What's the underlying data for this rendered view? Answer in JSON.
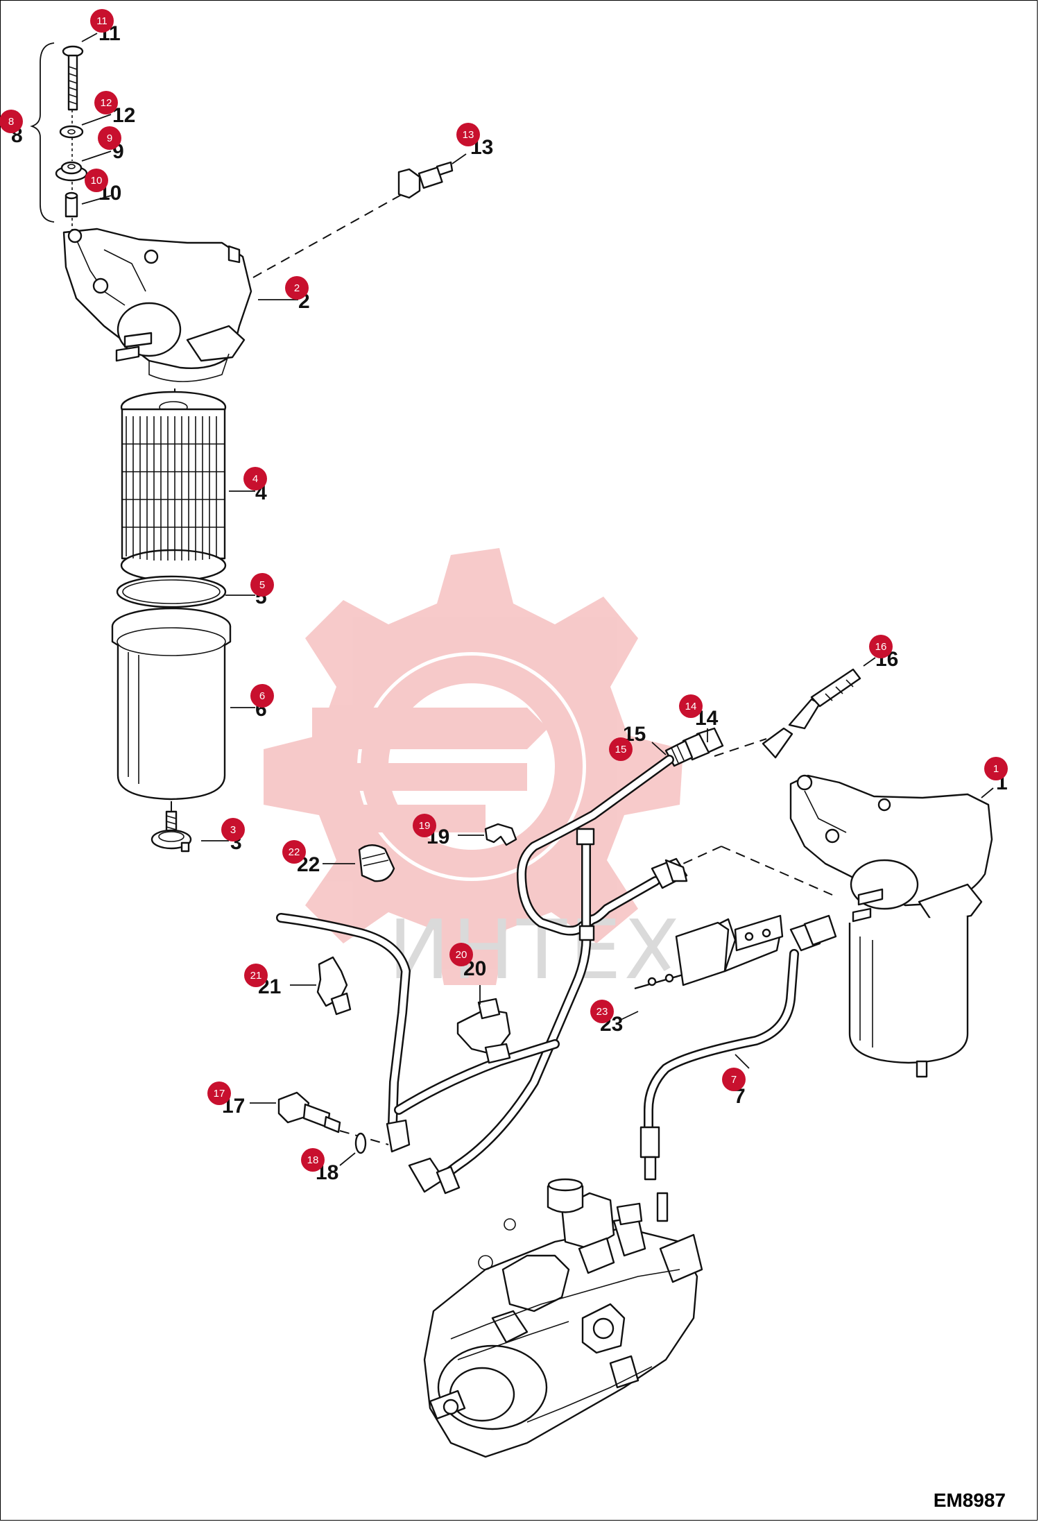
{
  "diagram": {
    "code": "EM8987",
    "watermark": "ИНТЕХ",
    "colors": {
      "badge": "#c8102e",
      "watermark": "#f4b8b8",
      "line": "#111111"
    }
  },
  "callouts": [
    {
      "id": "c11",
      "badge": "11",
      "label": "11"
    },
    {
      "id": "c12",
      "badge": "12",
      "label": "12"
    },
    {
      "id": "c9",
      "badge": "9",
      "label": "9"
    },
    {
      "id": "c10",
      "badge": "10",
      "label": "10"
    },
    {
      "id": "c8",
      "badge": "8",
      "label": "8"
    },
    {
      "id": "c13",
      "badge": "13",
      "label": "13"
    },
    {
      "id": "c2",
      "badge": "2",
      "label": "2"
    },
    {
      "id": "c4",
      "badge": "4",
      "label": "4"
    },
    {
      "id": "c5",
      "badge": "5",
      "label": "5"
    },
    {
      "id": "c6",
      "badge": "6",
      "label": "6"
    },
    {
      "id": "c3",
      "badge": "3",
      "label": "3"
    },
    {
      "id": "c22",
      "badge": "22",
      "label": "22"
    },
    {
      "id": "c19",
      "badge": "19",
      "label": "19"
    },
    {
      "id": "c16",
      "badge": "16",
      "label": "16"
    },
    {
      "id": "c14",
      "badge": "14",
      "label": "14"
    },
    {
      "id": "c15",
      "badge": "15",
      "label": "15"
    },
    {
      "id": "c1",
      "badge": "1",
      "label": "1"
    },
    {
      "id": "c20",
      "badge": "20",
      "label": "20"
    },
    {
      "id": "c21",
      "badge": "21",
      "label": "21"
    },
    {
      "id": "c23",
      "badge": "23",
      "label": "23"
    },
    {
      "id": "c7",
      "badge": "7",
      "label": "7"
    },
    {
      "id": "c17",
      "badge": "17",
      "label": "17"
    },
    {
      "id": "c18",
      "badge": "18",
      "label": "18"
    }
  ]
}
